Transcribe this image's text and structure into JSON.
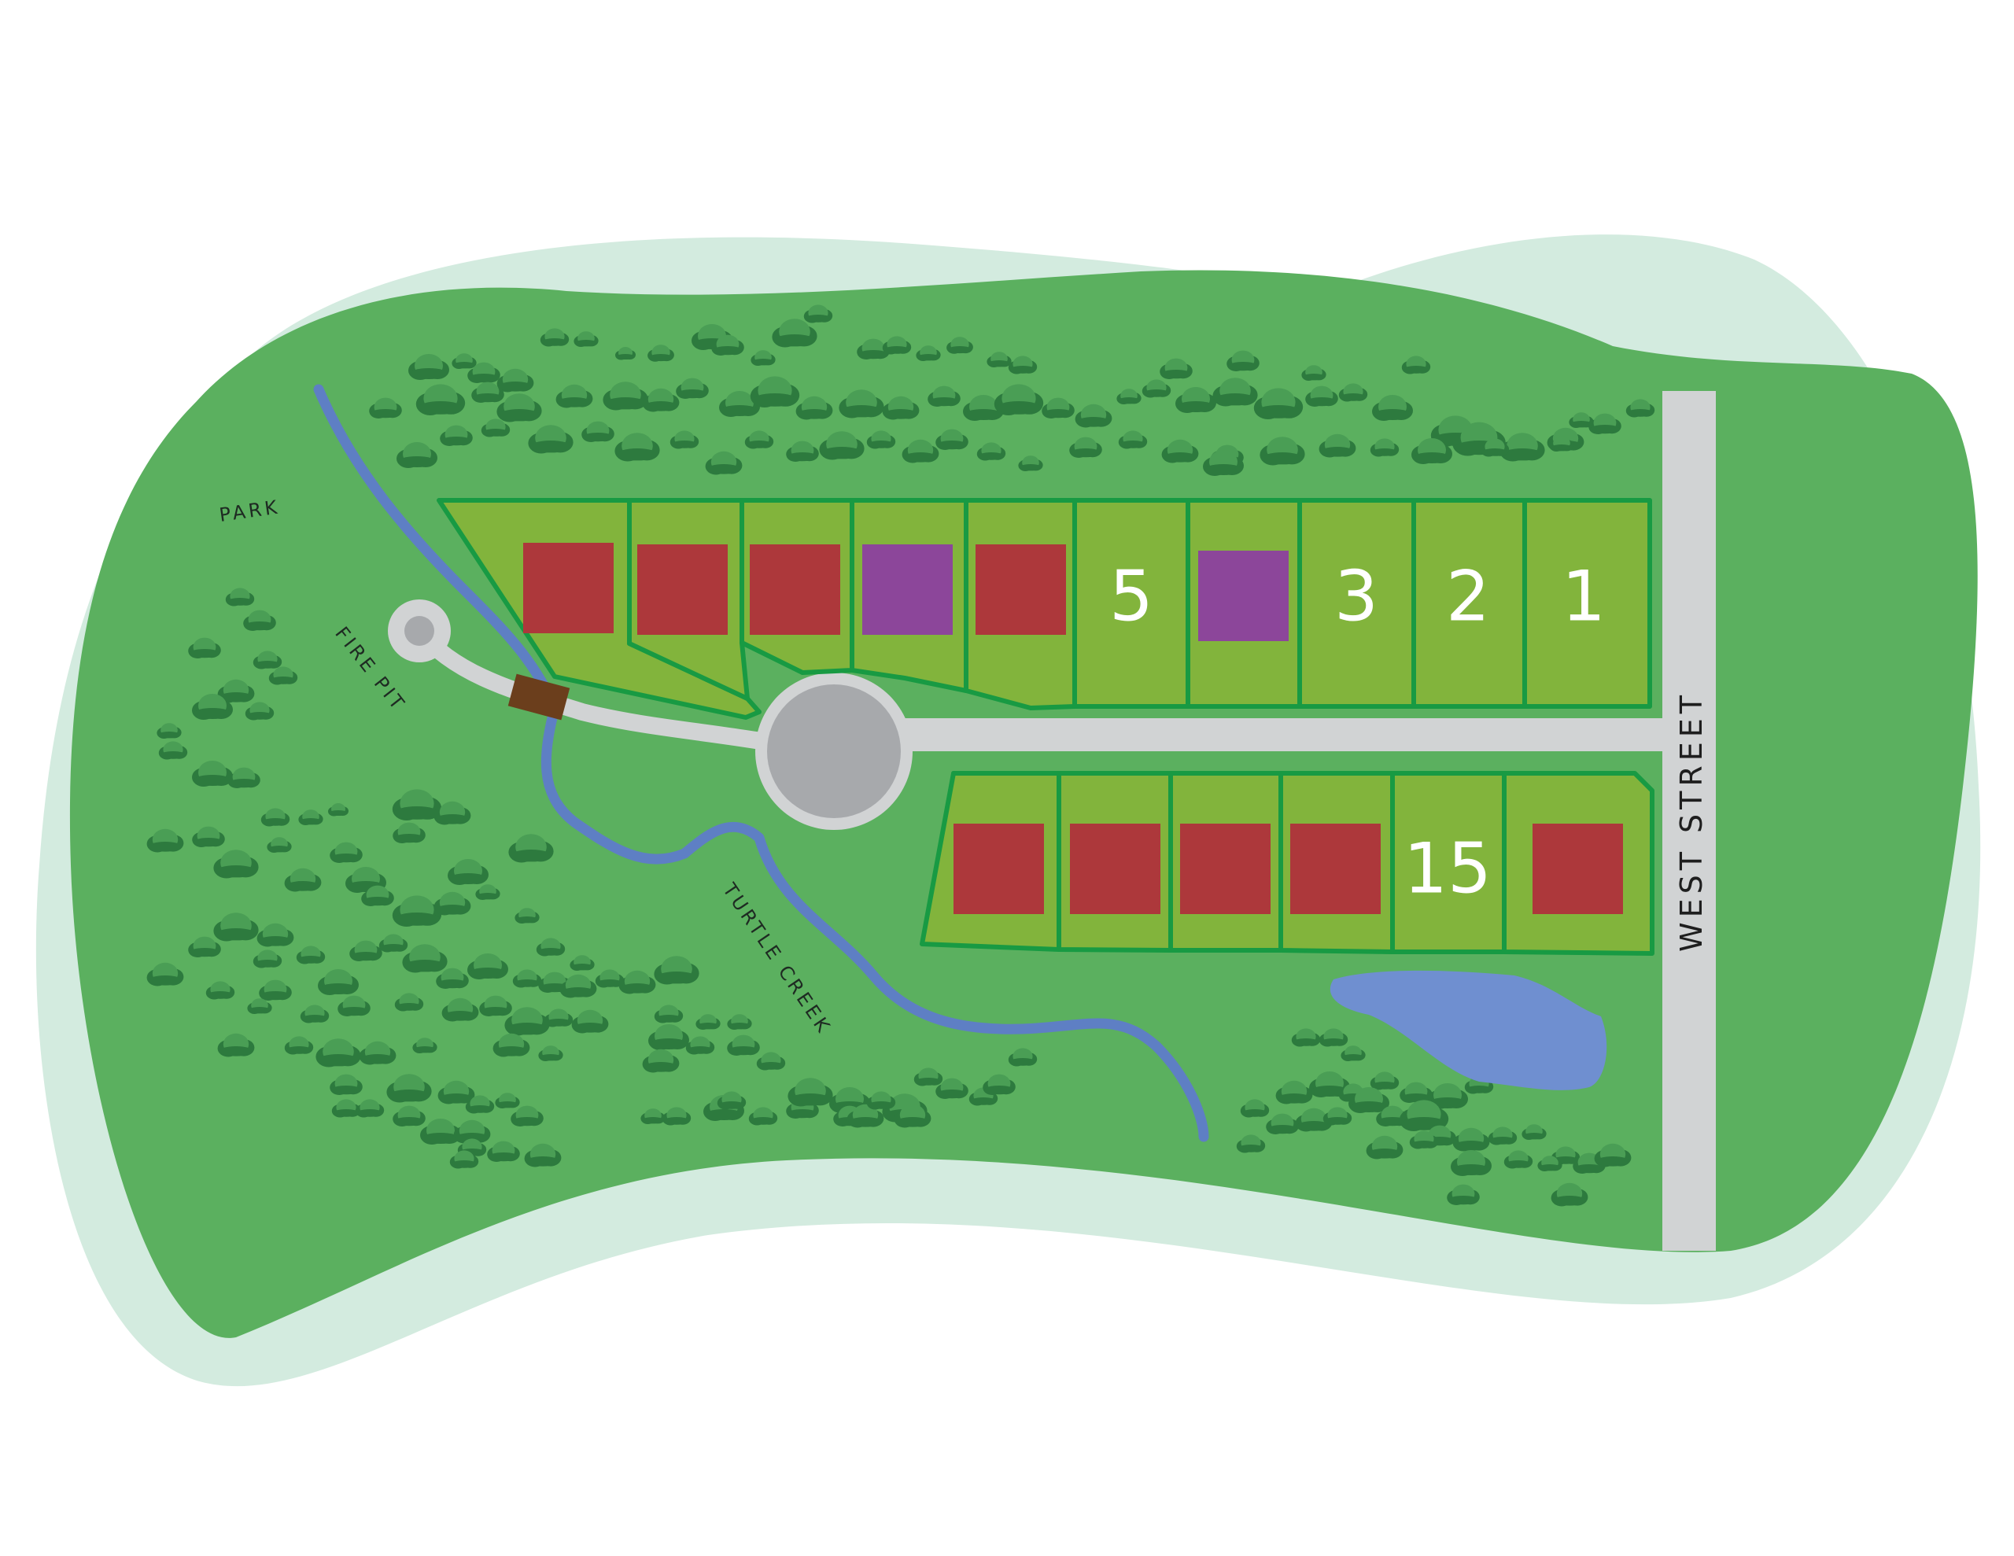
{
  "colors": {
    "outer_halo": "#d3ebdf",
    "land": "#5bb05f",
    "lot_fill": "#82b43c",
    "lot_border": "#189a43",
    "tree_light": "#4a9e55",
    "tree_dark": "#2d7a3e",
    "road": "#d1d3d4",
    "cul_de_sac_center": "#a7a9ac",
    "creek": "#5e7fc4",
    "pond": "#6f8fd0",
    "bridge": "#6b3e1c",
    "status_sold": "#ad383b",
    "status_pending": "#8c469a"
  },
  "labels": {
    "park": "PARK",
    "fire_pit": "FIRE PIT",
    "creek": "TURTLE CREEK",
    "street": "WEST STREET"
  },
  "lots": {
    "north": [
      {
        "label": "",
        "status": "sold"
      },
      {
        "label": "",
        "status": "sold"
      },
      {
        "label": "",
        "status": "sold"
      },
      {
        "label": "",
        "status": "pending"
      },
      {
        "label": "",
        "status": "sold"
      },
      {
        "label": "5",
        "status": "available"
      },
      {
        "label": "",
        "status": "pending"
      },
      {
        "label": "3",
        "status": "available"
      },
      {
        "label": "2",
        "status": "available"
      },
      {
        "label": "1",
        "status": "available"
      }
    ],
    "south": [
      {
        "label": "",
        "status": "sold"
      },
      {
        "label": "",
        "status": "sold"
      },
      {
        "label": "",
        "status": "sold"
      },
      {
        "label": "",
        "status": "sold"
      },
      {
        "label": "15",
        "status": "available"
      },
      {
        "label": "",
        "status": "sold"
      }
    ]
  }
}
